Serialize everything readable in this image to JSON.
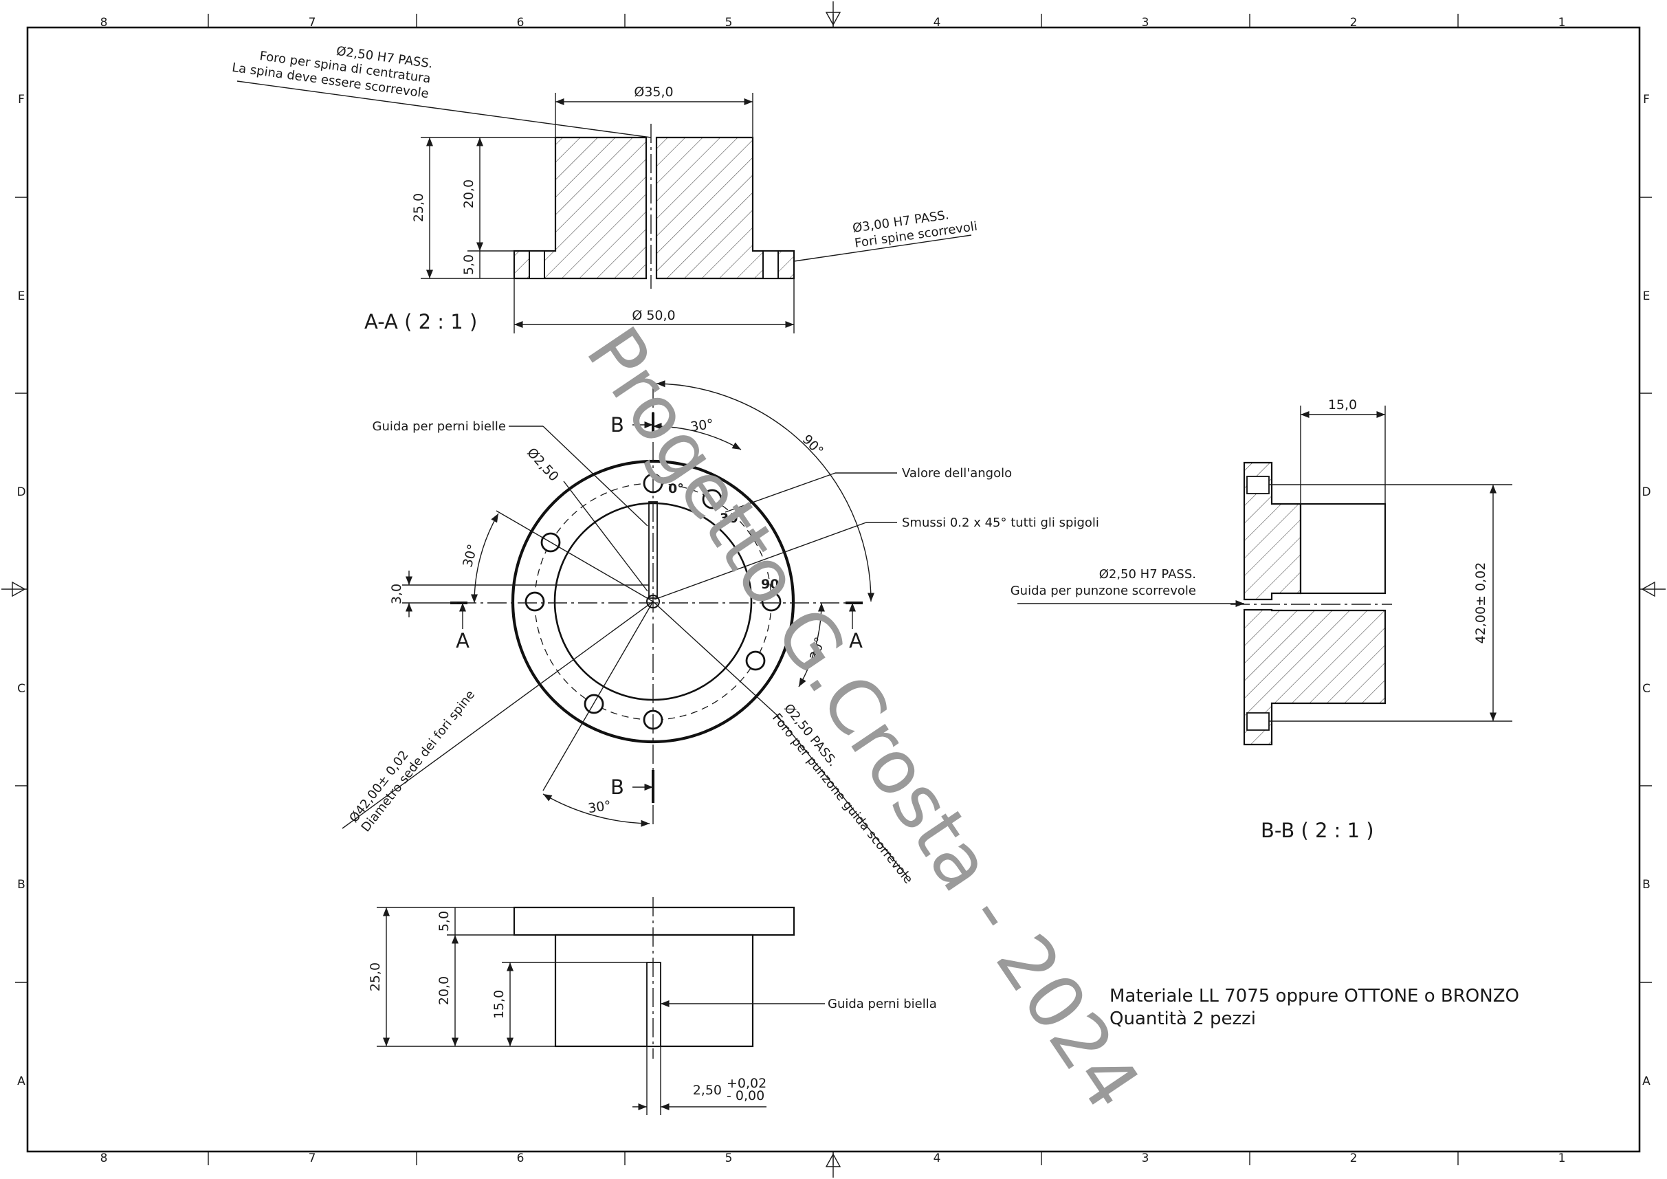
{
  "frame": {
    "column_numbers": [
      "8",
      "7",
      "6",
      "5",
      "4",
      "3",
      "2",
      "1"
    ],
    "row_letters": [
      "F",
      "E",
      "D",
      "C",
      "B",
      "A"
    ]
  },
  "watermark": "Progetto G.Crosta - 2024",
  "section_aa": {
    "title": "A-A ( 2 : 1 )",
    "dia_top": "Ø35,0",
    "dia_bottom": "Ø 50,0",
    "height_total": "25,0",
    "height_body": "20,0",
    "height_flange": "5,0",
    "note_pin": [
      "Ø2,50 H7 PASS.",
      "Foro per spina di centratura",
      "La spina deve essere scorrevole"
    ],
    "note_holes": [
      "Ø3,00 H7 PASS.",
      "Fori spine scorrevoli"
    ]
  },
  "top_view": {
    "label_a": "A",
    "label_b": "B",
    "angle_30": "30°",
    "angle_90": "90°",
    "offset_3": "3,0",
    "dia_small": "Ø2,50",
    "guide_label": "Guida per perni bielle",
    "angle_value_label": "Valore dell'angolo",
    "chamfer_label": "Smussi 0.2 x 45° tutti gli spigoli",
    "mark_0": "0°",
    "mark_30": "30°",
    "mark_90": "90°",
    "note_diameter": [
      "Ø42,00± 0,02",
      "Diametro sede dei fori spine"
    ],
    "note_punch": [
      "Ø2,50 PASS.",
      "Foro per punzone guida scorrevole"
    ]
  },
  "section_bb": {
    "title": "B-B ( 2 : 1 )",
    "width": "15,0",
    "height": "42,00± 0,02",
    "note": [
      "Ø2,50 H7 PASS.",
      "Guida per punzone scorrevole"
    ]
  },
  "side_view": {
    "h_flange": "5,0",
    "h_total": "25,0",
    "h_body": "20,0",
    "h_slot": "15,0",
    "slot_width": "2,50",
    "tol_plus": "+0,02",
    "tol_minus": "- 0,00",
    "guide_label": "Guida perni biella"
  },
  "notes": {
    "material": "Materiale LL 7075 oppure OTTONE o BRONZO",
    "quantity": "Quantità 2 pezzi"
  }
}
